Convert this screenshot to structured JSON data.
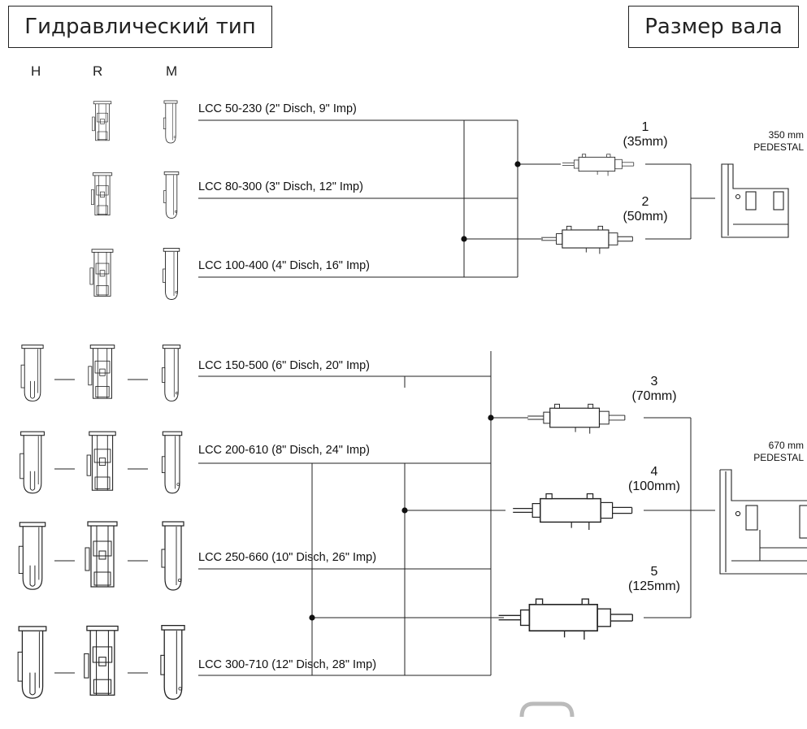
{
  "header": {
    "hydraulic_type": "Гидравлический тип",
    "shaft_size": "Размер вала"
  },
  "columns": [
    "H",
    "R",
    "M"
  ],
  "models": [
    "LCC 50-230 (2\" Disch, 9\" Imp)",
    "LCC 80-300 (3\" Disch, 12\" Imp)",
    "LCC 100-400 (4\" Disch, 16\" Imp)",
    "LCC 150-500 (6\" Disch, 20\" Imp)",
    "LCC 200-610 (8\" Disch, 24\" Imp)",
    "LCC 250-660 (10\" Disch, 26\" Imp)",
    "LCC 300-710 (12\" Disch, 28\" Imp)"
  ],
  "shafts": [
    {
      "num": "1",
      "size": "(35mm)"
    },
    {
      "num": "2",
      "size": "(50mm)"
    },
    {
      "num": "3",
      "size": "(70mm)"
    },
    {
      "num": "4",
      "size": "(100mm)"
    },
    {
      "num": "5",
      "size": "(125mm)"
    }
  ],
  "pedestals": [
    {
      "size": "350 mm",
      "label": "PEDESTAL"
    },
    {
      "size": "670 mm",
      "label": "PEDESTAL"
    }
  ]
}
